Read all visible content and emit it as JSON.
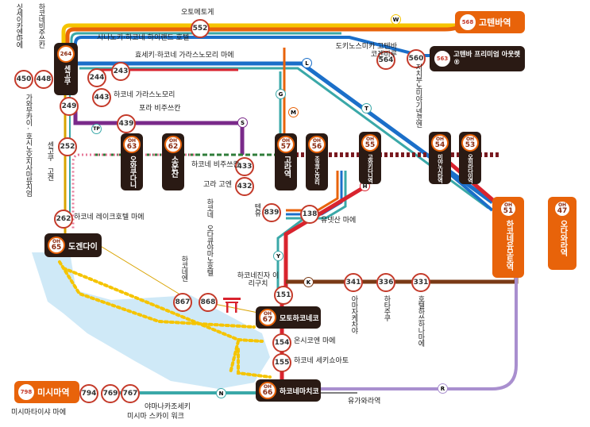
{
  "stations": {
    "gotemba": "고텐바역",
    "gotemba_num": "568",
    "gotemba_outlet": "고텐바 프리미엄 아웃렛®",
    "gotemba_outlet_num": "563",
    "mishima": "미시마역",
    "mishima_num": "798",
    "sengoku": "센고쿠",
    "sengoku_num": "264",
    "togendai": "도겐다이",
    "togendai_oh": "65",
    "motohakone": "모토하코네코",
    "motohakone_oh": "67",
    "hakonemachi": "하코네마치코",
    "hakonemachi_oh": "66",
    "owakudani": "오와쿠다니",
    "owakudani_oh": "63",
    "sounzan": "소운잔",
    "sounzan_oh": "62",
    "gora": "고라역",
    "gora_oh": "57",
    "chokokunomori": "조코쿠노모리",
    "chokokunomori_oh": "56",
    "kowakidani": "고와키다니역",
    "kowakidani_oh": "55",
    "miyanoshita": "미야노시타역",
    "miyanoshita_oh": "54",
    "ohiradai": "오히라다이역",
    "ohiradai_oh": "53",
    "hakoneyumoto": "하코네유모토역",
    "hakoneyumoto_oh": "51",
    "odawara": "오다와라역",
    "odawara_oh": "47",
    "oh_prefix": "OH"
  },
  "stops": [
    {
      "num": "552",
      "label": "오토메토게"
    },
    {
      "num": "560",
      "label": ""
    },
    {
      "num": "564",
      "label": "도키노스미카 고텐바코겐비루"
    },
    {
      "num": "450",
      "label": "싯세이카엔마에"
    },
    {
      "num": "448",
      "label": "하코네비주쓰칸"
    },
    {
      "num": "244",
      "label": "시나노키·하코네 하이랜드 호텔"
    },
    {
      "num": "243",
      "label": "효세키·하코네 가라스노모리 마에"
    },
    {
      "num": "443",
      "label": "하코네 가라스노모리"
    },
    {
      "num": "249",
      "label": "가와무카이·호시노오지사마뮤지엄"
    },
    {
      "num": "439",
      "label": "포라 비주쓰칸"
    },
    {
      "num": "252",
      "label": "센고쿠 고겐"
    },
    {
      "num": "433",
      "label": "하코네 비주쓰칸"
    },
    {
      "num": "432",
      "label": "고라 고엔"
    },
    {
      "num": "839",
      "label": "텐유"
    },
    {
      "num": "138",
      "label": "유넷산 마에"
    },
    {
      "num": "262",
      "label": "하코네 레이크호텔 마에"
    },
    {
      "num": "867",
      "label": "하코네엔"
    },
    {
      "num": "868",
      "label": "하코네 오다큐야마노호텔"
    },
    {
      "num": "151",
      "label": "하코네진자 이리구치"
    },
    {
      "num": "341",
      "label": "아마자케차야"
    },
    {
      "num": "336",
      "label": "하타주쿠"
    },
    {
      "num": "331",
      "label": "호텔하쓰하나마에"
    },
    {
      "num": "154",
      "label": "온시코엔 마에"
    },
    {
      "num": "155",
      "label": "하코네 세키쇼아토"
    },
    {
      "num": "794",
      "label": "미시마타이샤 마에"
    },
    {
      "num": "769",
      "label": "야마나카조세키"
    },
    {
      "num": "767",
      "label": "미시마 스카이 워크"
    }
  ],
  "route_letters": [
    "W",
    "L",
    "G",
    "M",
    "S",
    "TP",
    "T",
    "H",
    "Y",
    "K",
    "N",
    "R"
  ],
  "extra_labels": {
    "chichibu": "지치부노미야기넨코엔",
    "yugawara": "유가와라역"
  },
  "colors": {
    "orange": "#e8630a",
    "dark": "#2a1a14",
    "red": "#d9232e",
    "blue": "#1b6fc9",
    "teal": "#3aa8a8",
    "purple": "#7a2a8a",
    "green": "#2f7d3a",
    "brown": "#7a3a16",
    "lightblue": "#cfe9f7",
    "yellow": "#f5c400",
    "lavender": "#a98fcf",
    "pink": "#e77a9a",
    "gold": "#d9a300"
  }
}
